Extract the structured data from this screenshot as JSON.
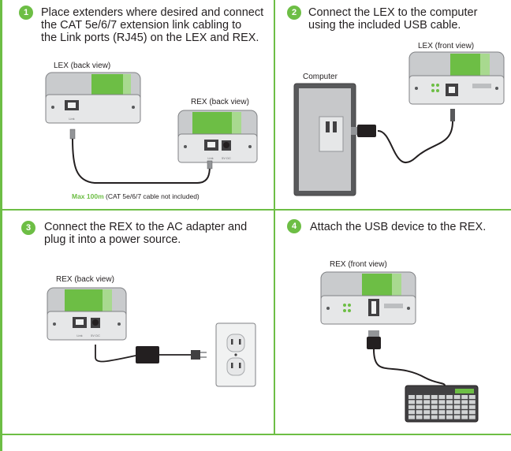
{
  "accent_color": "#6dbe45",
  "border_color": "#6dbe45",
  "steps": [
    {
      "number": "1",
      "text": [
        "Place extenders where desired and connect",
        "the CAT 5e/6/7 extension link cabling to",
        "the Link ports (RJ45) on the LEX and REX."
      ],
      "labels": {
        "lex": "LEX (back view)",
        "rex": "REX (back view)",
        "lex_port": "Link",
        "rex_port": "Link",
        "rex_dc": "5V DC"
      },
      "caption": {
        "highlight": "Max 100m",
        "rest": " (CAT 5e/6/7 cable not included)"
      }
    },
    {
      "number": "2",
      "text": [
        "Connect the LEX to the computer",
        "using the included USB cable."
      ],
      "labels": {
        "computer": "Computer",
        "lex": "LEX (front view)"
      }
    },
    {
      "number": "3",
      "text": [
        "Connect the REX to the AC adapter and",
        "plug it into a power source."
      ],
      "labels": {
        "rex": "REX (back view)",
        "rex_port": "Link",
        "rex_dc": "5V DC"
      }
    },
    {
      "number": "4",
      "text": [
        "Attach the USB device to the REX."
      ],
      "labels": {
        "rex": "REX (front view)"
      }
    }
  ]
}
